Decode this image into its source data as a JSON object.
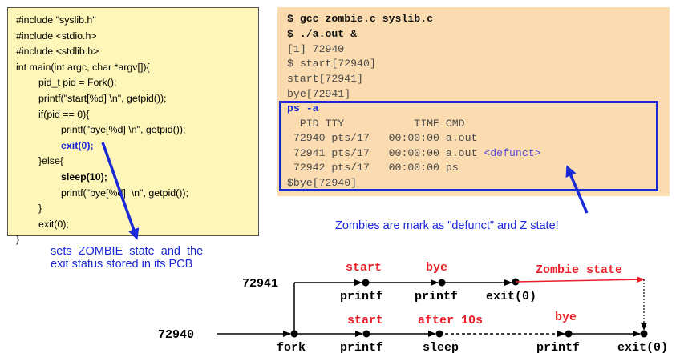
{
  "code": {
    "lines": [
      {
        "text": "#include \"syslib.h\"",
        "indent": 0
      },
      {
        "text": "#include <stdio.h>",
        "indent": 0
      },
      {
        "text": "#include <stdlib.h>",
        "indent": 0
      },
      {
        "text": "int main(int argc, char *argv[]){",
        "indent": 0
      },
      {
        "text": "pid_t pid = Fork();",
        "indent": 1
      },
      {
        "text": "printf(\"start[%d] \\n\", getpid());",
        "indent": 1
      },
      {
        "text": "if(pid == 0){",
        "indent": 1
      },
      {
        "text": "printf(\"bye[%d] \\n\", getpid());",
        "indent": 2
      },
      {
        "text": "exit(0);",
        "indent": 2,
        "style": "bold-blue"
      },
      {
        "text": "}else{",
        "indent": 1
      },
      {
        "text": "sleep(10);",
        "indent": 2,
        "style": "bold"
      },
      {
        "text": "printf(\"bye[%d]  \\n\", getpid());",
        "indent": 2
      },
      {
        "text": "}",
        "indent": 1
      },
      {
        "text": "exit(0);",
        "indent": 1
      },
      {
        "text": "}",
        "indent": 0
      }
    ]
  },
  "terminal": {
    "lines": [
      {
        "text": "$ gcc zombie.c syslib.c",
        "bold": true
      },
      {
        "text": "$ ./a.out &",
        "bold": true
      },
      {
        "text": "[1] 72940"
      },
      {
        "text": "$ start[72940]"
      },
      {
        "text": "start[72941]"
      },
      {
        "text": "bye[72941]"
      }
    ],
    "ps_lines": [
      {
        "text": "ps -a",
        "blue": true,
        "bold": true
      },
      {
        "text": "  PID TTY           TIME CMD"
      },
      {
        "text": " 72940 pts/17   00:00:00 a.out"
      },
      {
        "text": " 72941 pts/17   00:00:00 a.out",
        "tail": "<defunct>"
      },
      {
        "text": " 72942 pts/17   00:00:00 ps"
      },
      {
        "text": "$bye[72940]"
      }
    ]
  },
  "notes": {
    "zombie_note": "Zombies are mark as \"defunct\" and Z state!",
    "exit_note_line1": "sets  ZOMBIE  state  and  the",
    "exit_note_line2": "exit status stored in its PCB"
  },
  "timeline": {
    "child_pid": "72941",
    "parent_pid": "72940",
    "child_events": {
      "start_label": "start",
      "bye_label": "bye",
      "zombie_label": "Zombie state",
      "printf1": "printf",
      "printf2": "printf",
      "exit": "exit(0)"
    },
    "parent_events": {
      "fork": "fork",
      "start_label": "start",
      "after_label": "after 10s",
      "bye_label": "bye",
      "printf1": "printf",
      "sleep": "sleep",
      "printf2": "printf",
      "exit": "exit(0)"
    },
    "colors": {
      "red": "#e8202a",
      "blue": "#1a28d6",
      "black": "#000000"
    }
  }
}
